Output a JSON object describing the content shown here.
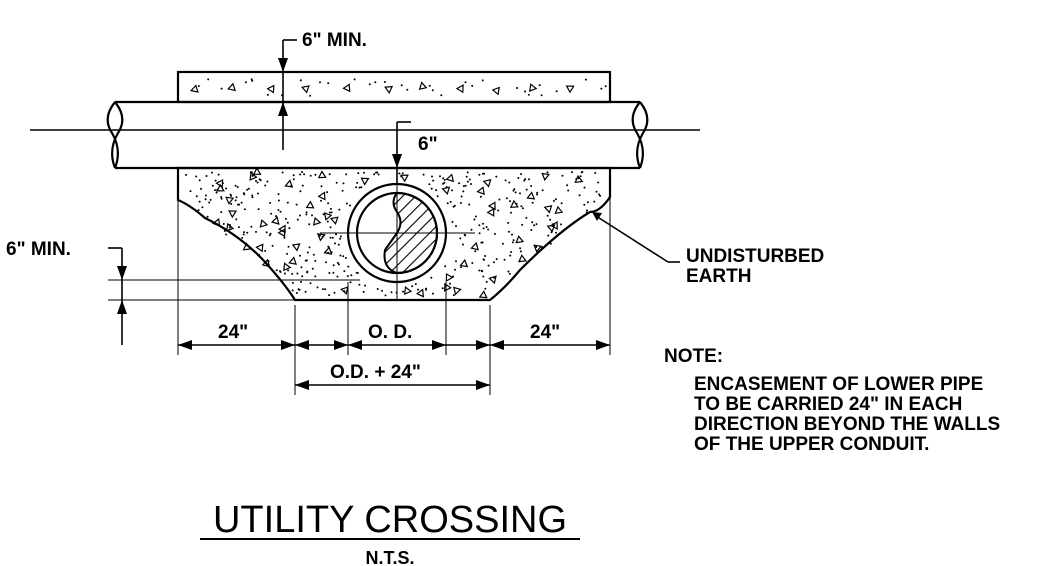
{
  "dimensions": {
    "upper_cover": "6\" MIN.",
    "lower_cover": "6\"",
    "bottom_encasement": "6\" MIN.",
    "left_extension": "24\"",
    "od": "O. D.",
    "right_extension": "24\"",
    "od_plus": "O.D. + 24\""
  },
  "labels": {
    "undisturbed_line1": "UNDISTURBED",
    "undisturbed_line2": "EARTH"
  },
  "note": {
    "heading": "NOTE:",
    "lines": [
      "ENCASEMENT OF LOWER PIPE",
      "TO BE CARRIED 24\" IN EACH",
      "DIRECTION BEYOND THE WALLS",
      "OF THE UPPER CONDUIT."
    ]
  },
  "title": "UTILITY CROSSING",
  "subtitle": "N.T.S."
}
